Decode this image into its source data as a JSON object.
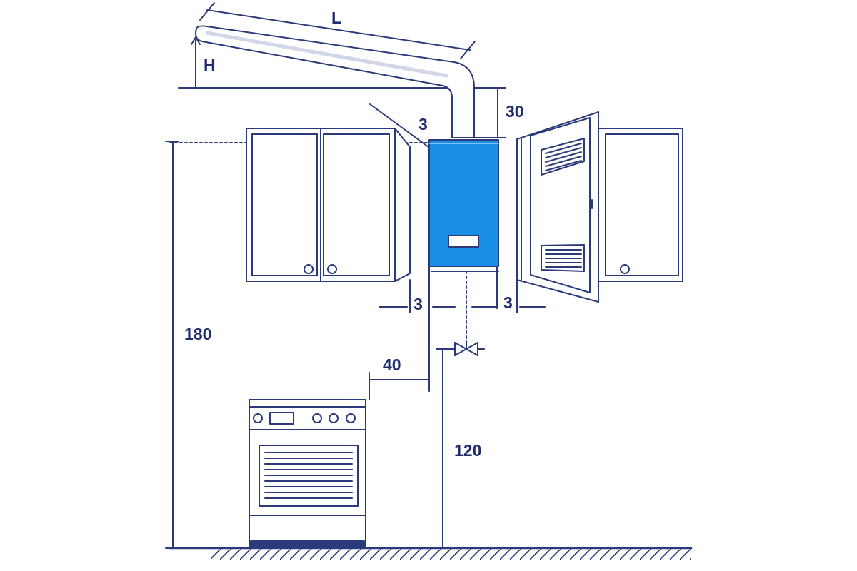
{
  "dimensions": {
    "duct_length": "L",
    "duct_height": "H",
    "ceiling_clearance": "30",
    "top_side_gap": "3",
    "left_side_gap": "3",
    "right_side_gap": "3",
    "heater_height_from_floor": "180",
    "stove_distance": "40",
    "gas_valve_height": "120"
  },
  "colors": {
    "line": "#2b3a7a",
    "heater_body": "#1a8fe6",
    "heater_panel": "#ffffff"
  }
}
